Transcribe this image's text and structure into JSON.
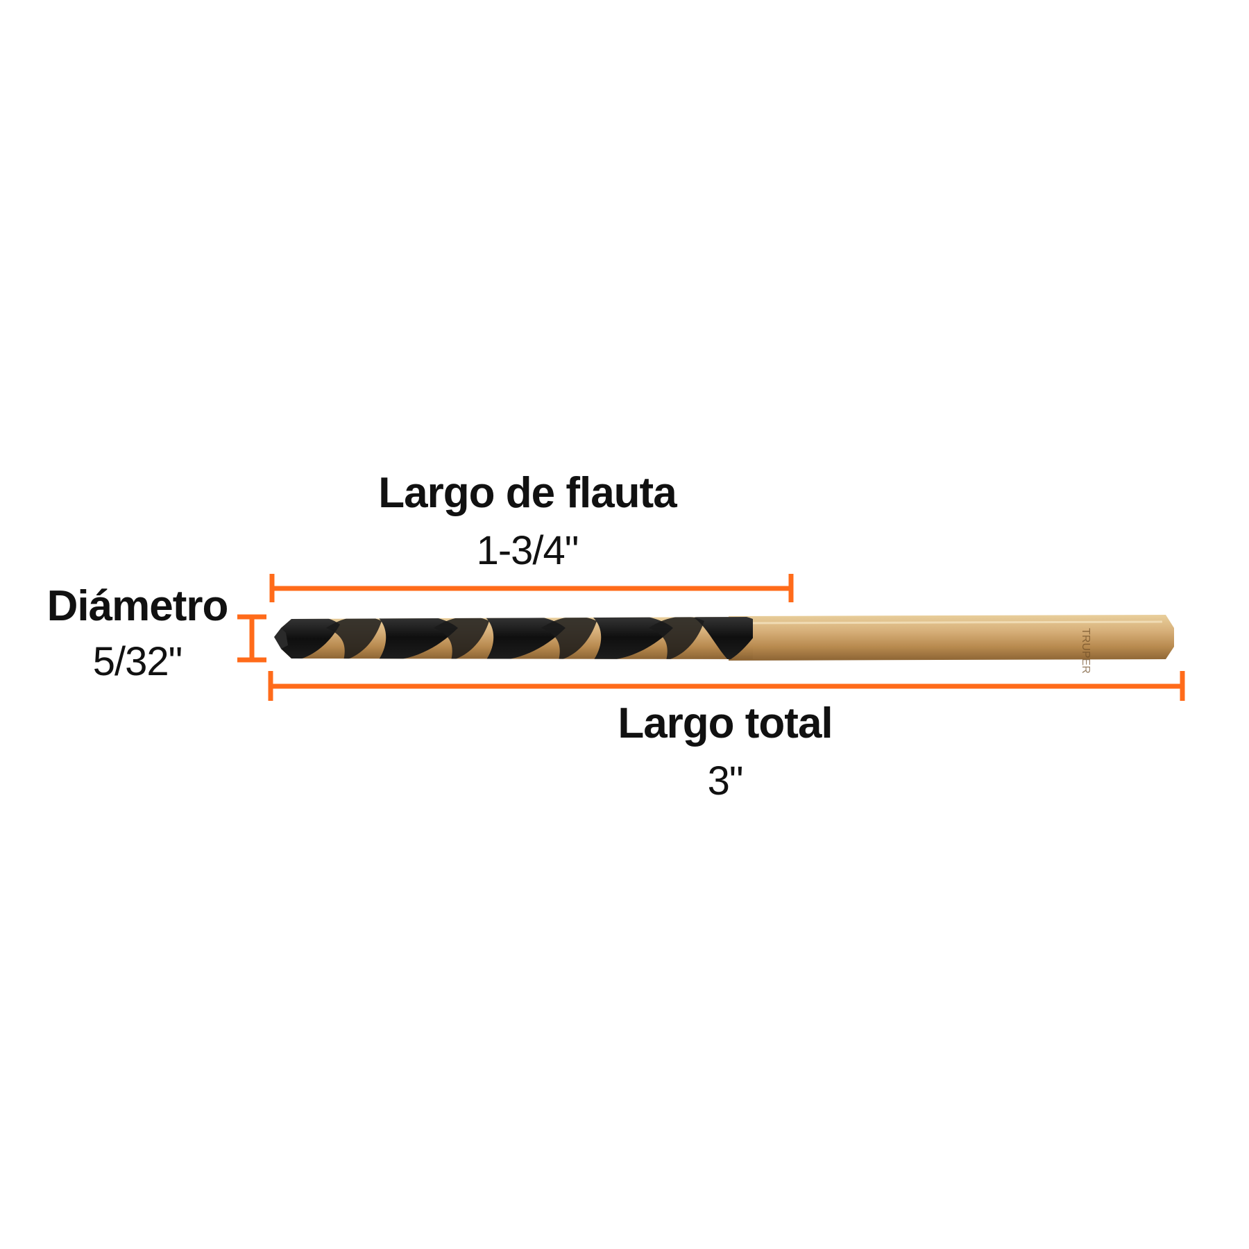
{
  "colors": {
    "dimension_line": "#ff6b1a",
    "text": "#111111",
    "shank_gold": "#c9a063",
    "flute_black": "#141414",
    "background": "#ffffff"
  },
  "dimensions": {
    "flute_length": {
      "title": "Largo de flauta",
      "value": "1-3/4\""
    },
    "diameter": {
      "title": "Diámetro",
      "value": "5/32\""
    },
    "total_length": {
      "title": "Largo total",
      "value": "3\""
    }
  },
  "product": {
    "name": "drill-bit",
    "shank_marking": "TRUPER"
  }
}
